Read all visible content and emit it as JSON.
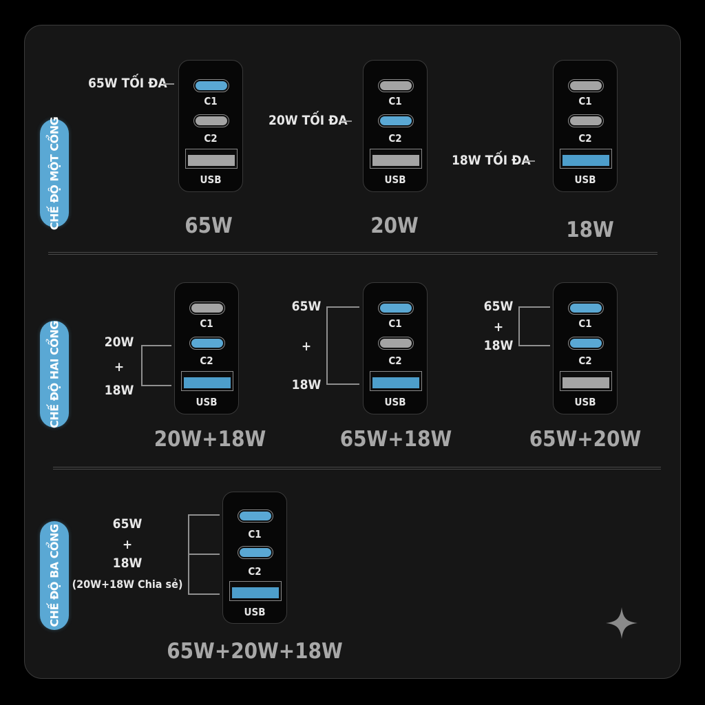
{
  "sections": {
    "single": {
      "title": "CHẾ ĐỘ MỘT CỔNG",
      "items": [
        {
          "label": "65W TỐI ĐA",
          "total": "65W",
          "active": [
            "c1"
          ]
        },
        {
          "label": "20W TỐI ĐA",
          "total": "20W",
          "active": [
            "c2"
          ]
        },
        {
          "label": "18W TỐI ĐA",
          "total": "18W",
          "active": [
            "usb"
          ]
        }
      ]
    },
    "dual": {
      "title": "CHẾ ĐỘ HAI CỔNG",
      "items": [
        {
          "top": "20W",
          "plus": "+",
          "bottom": "18W",
          "total": "20W+18W",
          "active": [
            "c2",
            "usb"
          ]
        },
        {
          "top": "65W",
          "plus": "+",
          "bottom": "18W",
          "total": "65W+18W",
          "active": [
            "c1",
            "usb"
          ]
        },
        {
          "top": "65W",
          "plus": "+",
          "bottom": "18W",
          "total": "65W+20W",
          "active": [
            "c1",
            "c2"
          ]
        }
      ]
    },
    "triple": {
      "title": "CHẾ ĐỘ BA CỔNG",
      "top": "65W",
      "plus": "+",
      "bottom": "18W",
      "note": "(20W+18W Chia sẻ)",
      "total": "65W+20W+18W",
      "active": [
        "c1",
        "c2",
        "usb"
      ]
    }
  },
  "port_labels": {
    "c1": "C1",
    "c2": "C2",
    "usb": "USB"
  },
  "colors": {
    "background": "#161616",
    "active_port": "#5aa8d4",
    "inactive_port": "#a4a4a4",
    "text": "#e8e8e8",
    "total_text": "#a8a8a8"
  },
  "icons": {
    "corner": "sparkle-icon"
  }
}
